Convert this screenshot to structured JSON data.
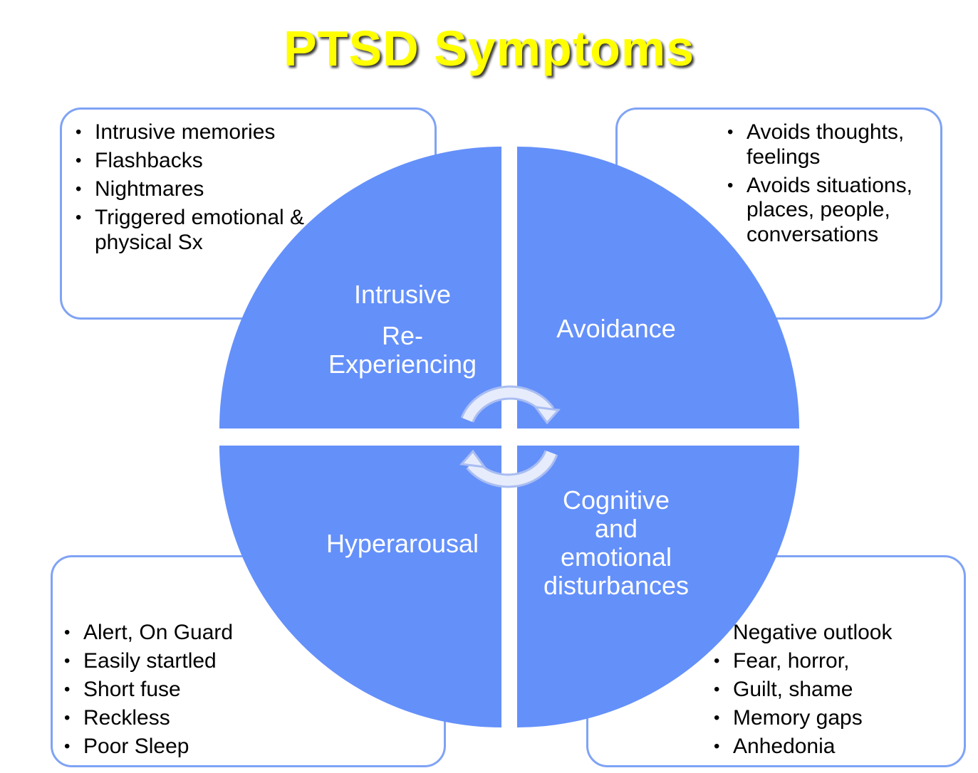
{
  "title": "PTSD Symptoms",
  "colors": {
    "title": "#ffff00",
    "quadrant_fill": "#6490fa",
    "box_border": "#7fa3f5",
    "arrow": "#dde6fb"
  },
  "quadrants": {
    "top_left": {
      "lines": [
        "Intrusive",
        "Re-",
        "Experiencing"
      ]
    },
    "top_right": {
      "lines": [
        "Avoidance"
      ]
    },
    "bottom_left": {
      "lines": [
        "Hyperarousal"
      ]
    },
    "bottom_right": {
      "lines": [
        "Cognitive",
        "and",
        "emotional",
        "disturbances"
      ]
    }
  },
  "boxes": {
    "top_left": [
      "Intrusive memories",
      "Flashbacks",
      "Nightmares",
      "Triggered emotional & physical Sx"
    ],
    "top_right": [
      "Avoids thoughts, feelings",
      "Avoids situations, places, people, conversations"
    ],
    "bottom_left": [
      "Alert, On Guard",
      "Easily startled",
      "Short fuse",
      "Reckless",
      "Poor Sleep"
    ],
    "bottom_right": [
      "Negative outlook",
      "Fear, horror,",
      "Guilt, shame",
      "Memory gaps",
      "Anhedonia"
    ]
  },
  "icons": {
    "center": "cycle-arrows-icon"
  }
}
